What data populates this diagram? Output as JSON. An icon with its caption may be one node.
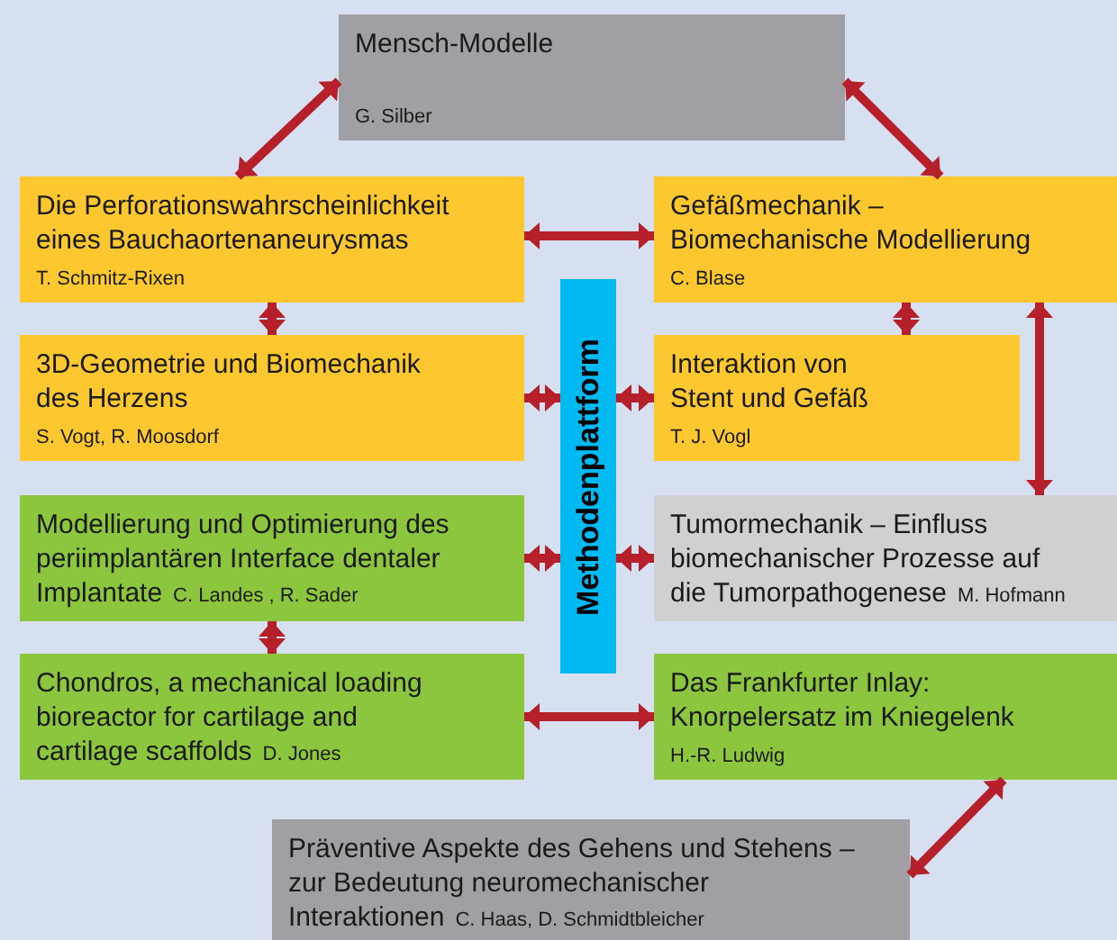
{
  "diagram": {
    "nodes": [
      {
        "text": [
          "Mensch-Modelle",
          "G. Silber"
        ]
      },
      {
        "text": [
          "Die Perforationswahrscheinlichkeit eines Bauchaortenaneurysmas",
          "T. Schmitz-Rixen"
        ]
      },
      {
        "text": [
          "Gefäßmechanik – Biomechanische Modellierung",
          "C. Blase"
        ]
      },
      {
        "text": [
          "3D-Geometrie und Biomechanik des Herzens",
          "S. Vogt, R. Moosdorf"
        ]
      },
      {
        "text": [
          "Interaktion von Stent und Gefäß",
          "T. J. Vogl"
        ]
      },
      {
        "text": [
          "Methodenplattform"
        ]
      },
      {
        "text": [
          "Modellierung und Optimierung des periimplantären Interface dentaler Implantate",
          "C. Landes , R. Sader"
        ]
      },
      {
        "text": [
          "Tumormechanik – Einfluss biomechanischer Prozesse auf die Tumorpathogenese",
          "M. Hofmann"
        ]
      },
      {
        "text": [
          "Chondros, a mechanical loading bioreactor for cartilage and cartilage scaffolds",
          "D. Jones"
        ]
      },
      {
        "text": [
          "Das Frankfurter Inlay: Knorpelersatz im Kniegelenk",
          "H.-R. Ludwig"
        ]
      },
      {
        "text": [
          "Präventive Aspekte des Gehens und Stehens – zur Bedeutung neuromechanischer Interaktionen",
          "C. Haas, D. Schmidtbleicher"
        ]
      }
    ],
    "edges": [
      {
        "from": 0,
        "to": 1,
        "arrow": "both"
      },
      {
        "from": 0,
        "to": 2,
        "arrow": "both"
      },
      {
        "from": 1,
        "to": 2,
        "arrow": "both"
      },
      {
        "from": 1,
        "to": 3,
        "arrow": "both"
      },
      {
        "from": 2,
        "to": 4,
        "arrow": "both"
      },
      {
        "from": 2,
        "to": 7,
        "arrow": "both"
      },
      {
        "from": 3,
        "to": 5,
        "arrow": "both"
      },
      {
        "from": 5,
        "to": 4,
        "arrow": "both"
      },
      {
        "from": 6,
        "to": 5,
        "arrow": "both"
      },
      {
        "from": 5,
        "to": 7,
        "arrow": "both"
      },
      {
        "from": 6,
        "to": 8,
        "arrow": "both"
      },
      {
        "from": 8,
        "to": 9,
        "arrow": "both"
      },
      {
        "from": 9,
        "to": 10,
        "arrow": "both"
      }
    ]
  }
}
